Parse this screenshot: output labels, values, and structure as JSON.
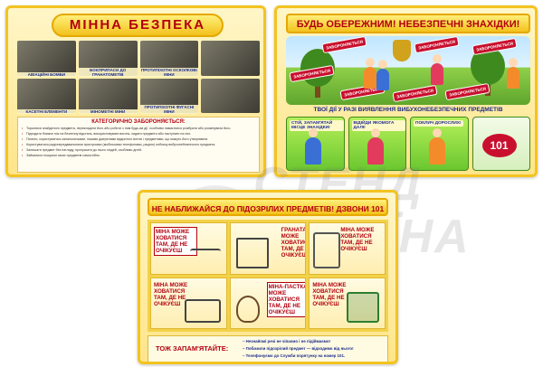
{
  "board1": {
    "title": "МІННА БЕЗПЕКА",
    "photos": [
      {
        "caption": "АВІАЦІЙНІ БОМБИ"
      },
      {
        "caption": "БОЄПРИПАСИ ДО ГРАНАТОМЕТІВ"
      },
      {
        "caption": "ПРОТИПІХОТНІ ОСКОЛКОВІ МІНИ"
      },
      {
        "caption": ""
      },
      {
        "caption": "КАСЕТНІ ЕЛЕМЕНТИ"
      },
      {
        "caption": "МІНОМЕТНІ МІНИ"
      },
      {
        "caption": "ПРОТИПІХОТНІ ФУГАСНІ МІНИ"
      },
      {
        "caption": ""
      }
    ],
    "rules_heading": "КАТЕГОРИЧНО ЗАБОРОНЯЄТЬСЯ:",
    "rules": [
      "Торкатися знайденого предмета, перекладати його або робити з ним будь-які дії, особливо намагатися розібрати або розмінувати його.",
      "Підходити ближче ніж на безпечну відстань, використовувати вогонь, кидати предмети або наступати на них.",
      "Палити, користуватися запальничками, іншими джерелами відкритого вогню і предметами, що можуть його утворювати.",
      "Користуватися радіопередавальними пристроями (мобільними телефонами, рацією) поблизу вибухонебезпечного предмета.",
      "Залишати предмет без нагляду, пропускати до нього людей, особливо дітей.",
      "Займатися пошуком таких предметів самостійно."
    ]
  },
  "board2": {
    "title": "БУДЬ ОБЕРЕЖНИМ! НЕБЕЗПЕЧНІ ЗНАХІДКИ!",
    "scene_signs": [
      "ЗАБОРОНЯЄТЬСЯ",
      "ЗАБОРОНЯЄТЬСЯ",
      "ЗАБОРОНЯЄТЬСЯ",
      "ЗАБОРОНЯЄТЬСЯ",
      "ЗАБОРОНЯЄТЬСЯ",
      "ЗАБОРОНЯЄТЬСЯ",
      "ЗАБОРОНЯЄТЬСЯ"
    ],
    "subheading": "ТВОЇ ДІЇ У РАЗІ ВИЯВЛЕННЯ ВИБУХОНЕБЕЗПЕЧНИХ ПРЕДМЕТІВ",
    "cards": [
      "СТІЙ, ЗАПАМ'ЯТАЙ МІСЦЕ ЗНАХІДКИ!",
      "ВІДІЙДИ ЯКОМОГА ДАЛІ!",
      "ПОКЛИЧ ДОРОСЛИХ!"
    ],
    "phone_number": "101"
  },
  "board3": {
    "title": "НЕ НАБЛИЖАЙСЯ ДО ПІДОЗРІЛИХ ПРЕДМЕТІВ! ДЗВОНИ 101",
    "cells": [
      "МІНА МОЖЕ ХОВАТИСЯ ТАМ, ДЕ НЕ ОЧІКУЄШ",
      "ГРАНАТА МОЖЕ ХОВАТИСЯ ТАМ, ДЕ НЕ ОЧІКУЄШ",
      "МІНА МОЖЕ ХОВАТИСЯ ТАМ, ДЕ НЕ ОЧІКУЄШ",
      "МІНА МОЖЕ ХОВАТИСЯ ТАМ, ДЕ НЕ ОЧІКУЄШ",
      "МІНА-ПАСТКА МОЖЕ ХОВАТИСЯ ТАМ, ДЕ НЕ ОЧІКУЄШ",
      "МІНА МОЖЕ ХОВАТИСЯ ТАМ, ДЕ НЕ ОЧІКУЄШ"
    ],
    "remember_title": "ТОЖ ЗАПАМ'ЯТАЙТЕ:",
    "remember_items": [
      "– Незнайомі речі не чіпаємо і не підіймаємо!",
      "– Побачили підозрілий предмет — відходимо від нього!",
      "– Телефонуємо до Служби порятунку на номер 101."
    ]
  },
  "watermark": {
    "line1": "СТЕНД",
    "line2": "УКРАЇНА"
  },
  "colors": {
    "title_red": "#b3000f",
    "text_blue": "#1a2b8c",
    "board_yellow": "#ffe58a",
    "frame": "#f3c320"
  }
}
